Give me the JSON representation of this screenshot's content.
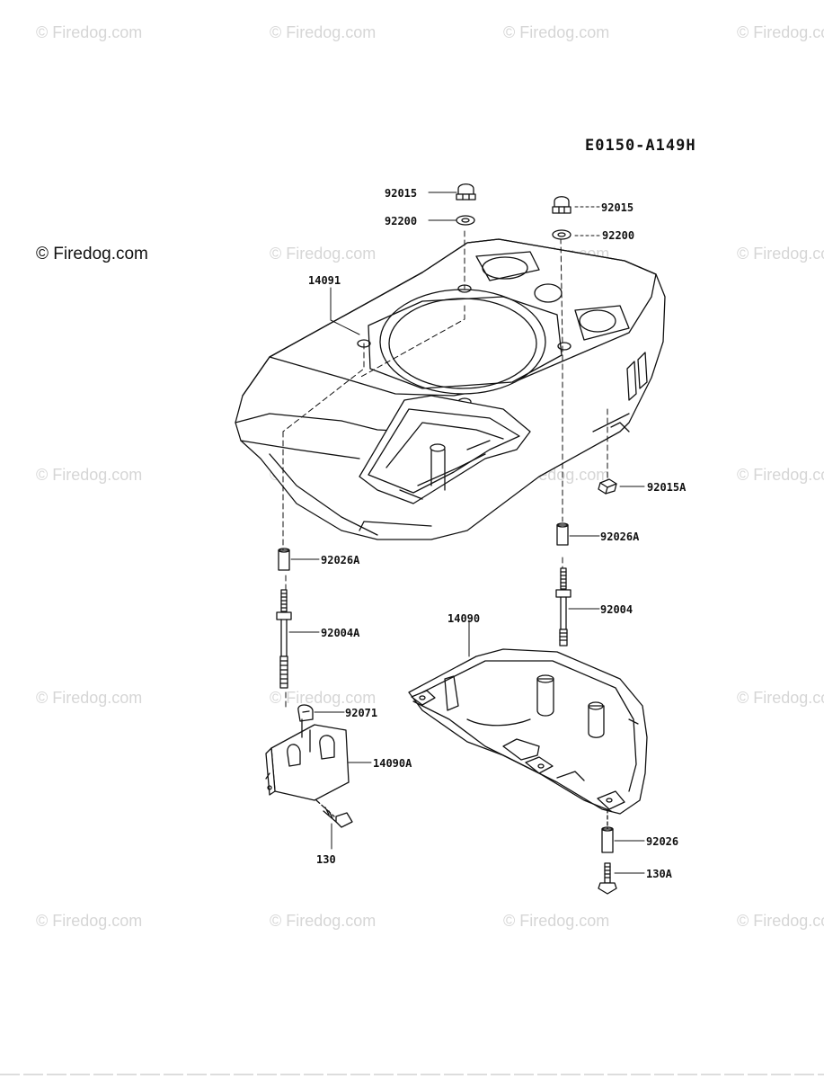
{
  "watermark": "© Firedog.com",
  "diagram_code": "E0150-A149H",
  "parts": {
    "p92015_left": "92015",
    "p92200_left": "92200",
    "p92015_right": "92015",
    "p92200_right": "92200",
    "p14091": "14091",
    "p92015A": "92015A",
    "p92026A_right": "92026A",
    "p92026A_left": "92026A",
    "p92004": "92004",
    "p92004A": "92004A",
    "p14090": "14090",
    "p92071": "92071",
    "p14090A": "14090A",
    "p130": "130",
    "p92026": "92026",
    "p130A": "130A"
  }
}
